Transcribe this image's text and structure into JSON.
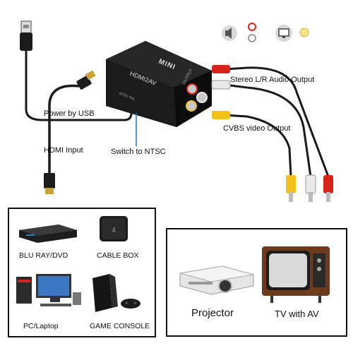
{
  "device": {
    "brand": "MINI",
    "model": "HDMI2AV",
    "side_label": "OUTPUT",
    "left_side_text": "NTSC PAL"
  },
  "labels": {
    "power": "Power by USB",
    "hdmi_input": "HDMI Input",
    "switch": "Switch to NTSC",
    "audio_output": "Stereo L/R Audio Output",
    "video_output": "CVBS video Output"
  },
  "sources": {
    "items": [
      {
        "label": "BLU RAY/DVD",
        "icon": "bluray-player-icon"
      },
      {
        "label": "CABLE BOX",
        "icon": "cable-box-icon"
      },
      {
        "label": "PC/Laptop",
        "icon": "pc-laptop-icon"
      },
      {
        "label": "GAME CONSOLE",
        "icon": "game-console-icon"
      }
    ]
  },
  "outputs": {
    "items": [
      {
        "label": "Projector",
        "icon": "projector-icon"
      },
      {
        "label": "TV with AV",
        "icon": "retro-tv-icon"
      }
    ]
  },
  "colors": {
    "device": "#141414",
    "audio_red": "#d8231a",
    "audio_white": "#e9e9e9",
    "video_yellow": "#f2c21a",
    "cable": "#1a1a1a"
  }
}
